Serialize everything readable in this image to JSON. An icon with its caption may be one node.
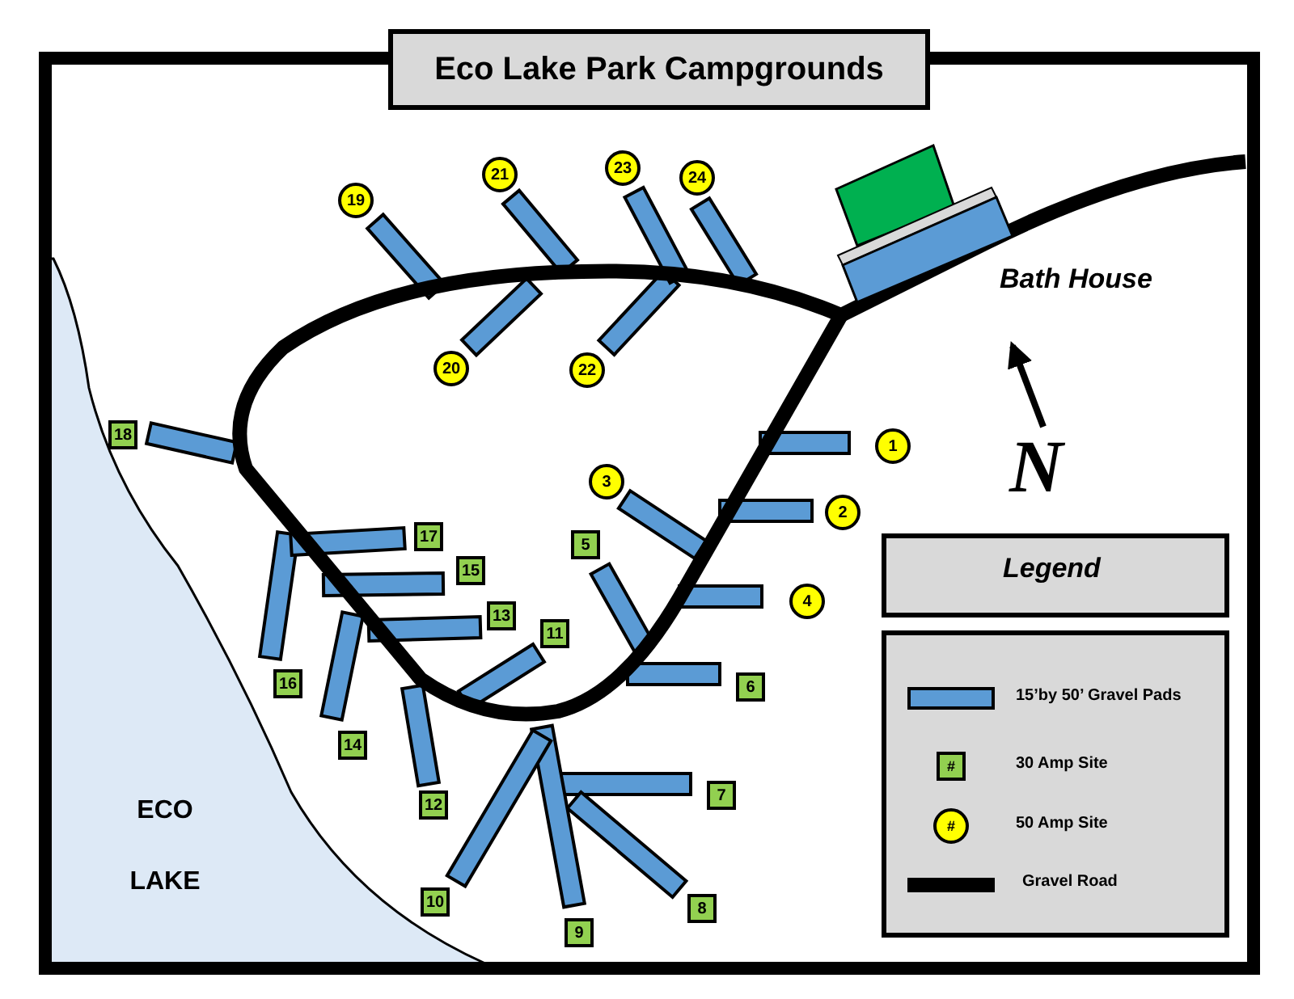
{
  "diagram": {
    "title": "Eco Lake Park Campgrounds",
    "nodes": [
      {
        "text": [
          "1"
        ]
      },
      {
        "text": [
          "2"
        ]
      },
      {
        "text": [
          "3"
        ]
      },
      {
        "text": [
          "4"
        ]
      },
      {
        "text": [
          "5"
        ]
      },
      {
        "text": [
          "6"
        ]
      },
      {
        "text": [
          "7"
        ]
      },
      {
        "text": [
          "8"
        ]
      },
      {
        "text": [
          "9"
        ]
      },
      {
        "text": [
          "10"
        ]
      },
      {
        "text": [
          "11"
        ]
      },
      {
        "text": [
          "12"
        ]
      },
      {
        "text": [
          "13"
        ]
      },
      {
        "text": [
          "14"
        ]
      },
      {
        "text": [
          "15"
        ]
      },
      {
        "text": [
          "16"
        ]
      },
      {
        "text": [
          "17"
        ]
      },
      {
        "text": [
          "18"
        ]
      },
      {
        "text": [
          "19"
        ]
      },
      {
        "text": [
          "20"
        ]
      },
      {
        "text": [
          "21"
        ]
      },
      {
        "text": [
          "22"
        ]
      },
      {
        "text": [
          "23"
        ]
      },
      {
        "text": [
          "24"
        ]
      },
      {
        "text": [
          "#"
        ]
      },
      {
        "text": [
          "#"
        ]
      }
    ],
    "labels": [
      "Bath House",
      "N",
      "ECO LAKE",
      "Legend"
    ],
    "legend": [
      {
        "text": "15’by 50’ Gravel Pads",
        "color": "#5b9bd5"
      },
      {
        "text": "30 Amp Site",
        "color": "#92d050"
      },
      {
        "text": "50 Amp Site",
        "color": "#ffff00"
      },
      {
        "text": "Gravel Road",
        "color": "#000000"
      }
    ]
  }
}
